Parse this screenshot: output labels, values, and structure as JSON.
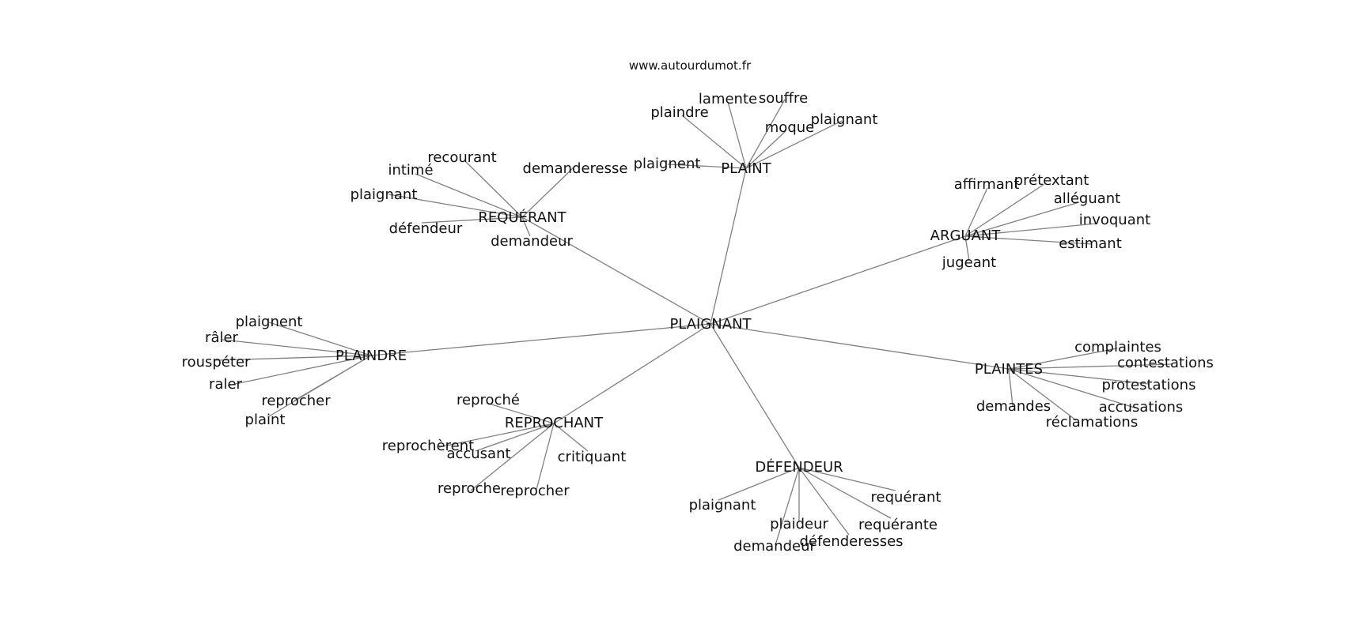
{
  "site_label": "www.autourdumot.fr",
  "graph": {
    "root": "PLAIGNANT",
    "hubs": [
      {
        "id": "plaint",
        "label": "PLAINT",
        "leaves": [
          "plaindre",
          "lamente",
          "souffre",
          "moque",
          "plaignant",
          "plaignent"
        ]
      },
      {
        "id": "requerant",
        "label": "REQUÉRANT",
        "leaves": [
          "recourant",
          "intimé",
          "demanderesse",
          "plaignant",
          "défendeur",
          "demandeur"
        ]
      },
      {
        "id": "arguant",
        "label": "ARGUANT",
        "leaves": [
          "affirmant",
          "prétextant",
          "alléguant",
          "invoquant",
          "estimant",
          "jugeant"
        ]
      },
      {
        "id": "plaindre",
        "label": "PLAINDRE",
        "leaves": [
          "plaignent",
          "râler",
          "rouspéter",
          "raler",
          "reprocher",
          "plaint"
        ]
      },
      {
        "id": "plaintes",
        "label": "PLAINTES",
        "leaves": [
          "complaintes",
          "contestations",
          "protestations",
          "accusations",
          "demandes",
          "réclamations"
        ]
      },
      {
        "id": "reprochant",
        "label": "REPROCHANT",
        "leaves": [
          "reproché",
          "reprochèrent",
          "accusant",
          "critiquant",
          "reproche",
          "reprocher"
        ]
      },
      {
        "id": "defendeur",
        "label": "DÉFENDEUR",
        "leaves": [
          "plaignant",
          "requérant",
          "plaideur",
          "requérante",
          "défenderesses",
          "demandeur"
        ]
      }
    ]
  }
}
